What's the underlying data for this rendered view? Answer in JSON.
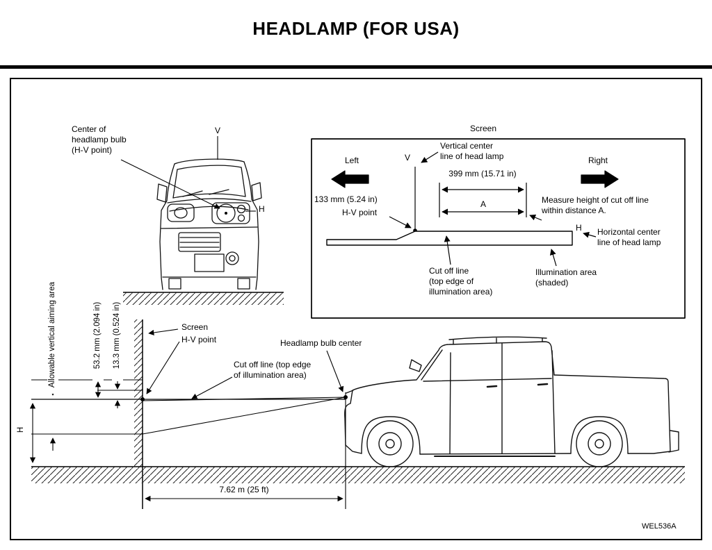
{
  "title": "HEADLAMP (FOR USA)",
  "figure_code": "WEL536A",
  "front_view": {
    "bulb_label": "Center of\nheadlamp bulb\n(H-V point)",
    "v_label": "V",
    "h_label": "H"
  },
  "screen_inset": {
    "title": "Screen",
    "left_label": "Left",
    "right_label": "Right",
    "v_label": "V",
    "vertical_center_line_label": "Vertical center\nline of head lamp",
    "dim_399": "399 mm (15.71 in)",
    "dim_133": "133 mm (5.24 in)",
    "hv_point_label": "H-V point",
    "distance_a_label": "A",
    "measure_note": "Measure height of cut off line\nwithin distance A.",
    "h_label": "H",
    "horizontal_center_line_label": "Horizontal center\nline of head lamp",
    "cut_off_label": "Cut off line\n(top edge of\nillumination area)",
    "illumination_label": "Illumination area\n(shaded)"
  },
  "side_view": {
    "aiming_area_label": "Allowable vertical aiming area",
    "dim_53": "53.2 mm (2.094 in)",
    "dim_13": "13.3 mm (0.524 in)",
    "h_axis_label": "H",
    "screen_label": "Screen",
    "hv_point_label": "H-V point",
    "cut_off_label": "Cut off line (top edge\nof illumination area)",
    "bulb_center_label": "Headlamp bulb center",
    "distance_label": "7.62 m (25 ft)"
  }
}
